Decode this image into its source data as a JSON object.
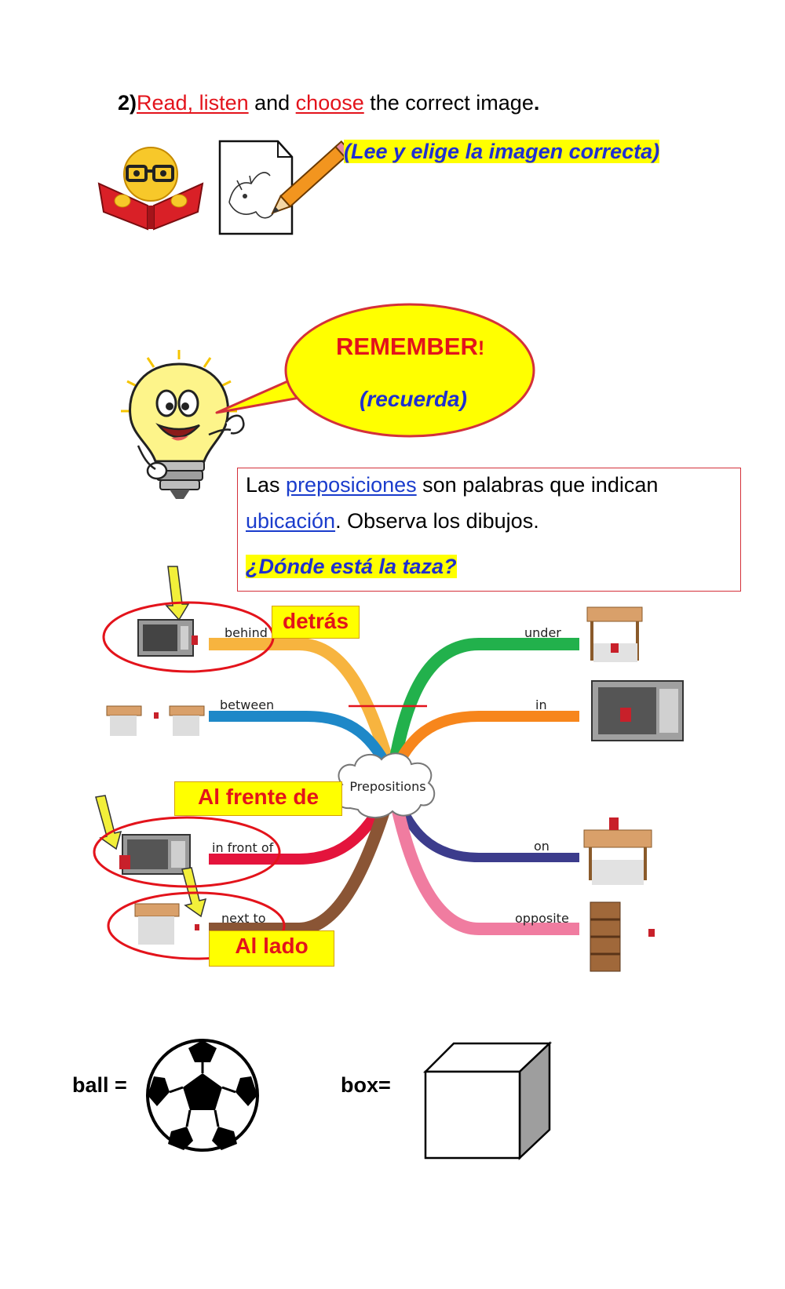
{
  "exercise": {
    "number": "2)",
    "w1": "Read, listen",
    "w2": " and ",
    "w3": "choose",
    "w4": " the correct image",
    "w5": ".",
    "subtitle": "(Lee y elige la imagen correcta)"
  },
  "remember": {
    "title": "REMEMBER",
    "bang": "!",
    "subtitle": "(recuerda)"
  },
  "info": {
    "t1": "Las ",
    "link1": "preposiciones",
    "t2": " son palabras que indican",
    "link2": "ubicación",
    "t3": ". Observa  los dibujos.",
    "question": "¿Dónde está la taza?"
  },
  "mindmap": {
    "center": "Prepositions",
    "left": [
      "behind",
      "between",
      "in front of",
      "next to"
    ],
    "right": [
      "under",
      "in",
      "on",
      "opposite"
    ],
    "labels": {
      "behind": "detrás",
      "in_front_of": "Al frente de",
      "next_to": "Al lado"
    }
  },
  "vocab": {
    "ball": "ball =",
    "box": "box="
  },
  "colors": {
    "behind": "#f7b43f",
    "between": "#1e88c8",
    "in_front_of": "#e4143c",
    "next_to": "#8a5535",
    "under": "#22b14c",
    "in": "#f7861c",
    "on": "#3c3c8c",
    "opposite": "#f07ca0"
  }
}
